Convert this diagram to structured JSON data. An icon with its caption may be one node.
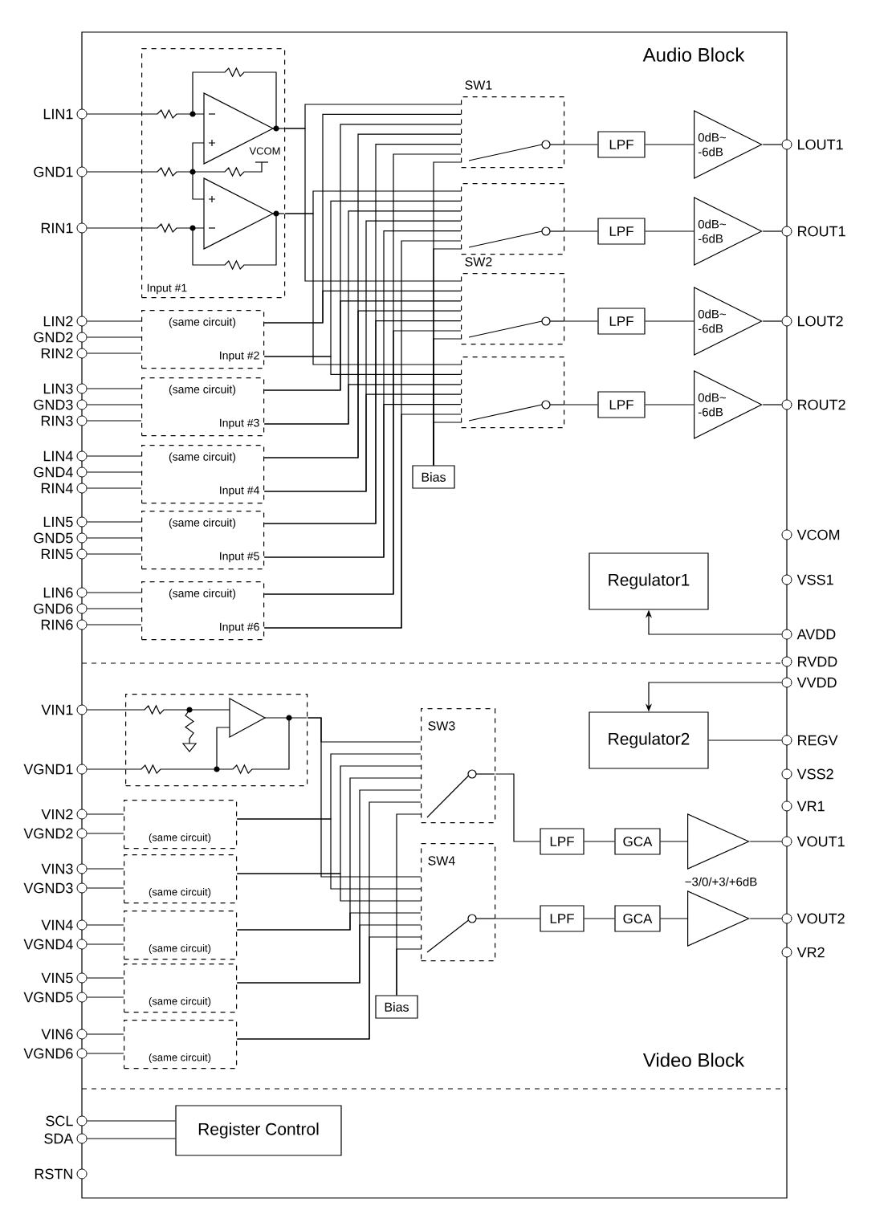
{
  "diagram": {
    "nodes": [
      {
        "text": [
          "VCOM",
          "Input #1"
        ]
      },
      {
        "text": [
          "(same circuit)",
          "Input #2"
        ]
      },
      {
        "text": [
          "(same circuit)",
          "Input #3"
        ]
      },
      {
        "text": [
          "(same circuit)",
          "Input #4"
        ]
      },
      {
        "text": [
          "(same circuit)",
          "Input #5"
        ]
      },
      {
        "text": [
          "(same circuit)",
          "Input #6"
        ]
      },
      {
        "text": [
          "SW1"
        ]
      },
      {
        "text": [],
        "shape": "box"
      },
      {
        "text": [
          "SW2"
        ]
      },
      {
        "text": [],
        "shape": "box"
      },
      {
        "text": [
          "LPF"
        ]
      },
      {
        "text": [
          "LPF"
        ]
      },
      {
        "text": [
          "LPF"
        ]
      },
      {
        "text": [
          "LPF"
        ]
      },
      {
        "text": [
          "0dB~ -6dB"
        ]
      },
      {
        "text": [
          "0dB~ -6dB"
        ]
      },
      {
        "text": [
          "0dB~ -6dB"
        ]
      },
      {
        "text": [
          "0dB~ -6dB"
        ]
      },
      {
        "text": [
          "Bias"
        ]
      },
      {
        "text": [
          "Regulator1"
        ]
      },
      {
        "text": [],
        "shape": "box"
      },
      {
        "text": [
          "(same circuit)"
        ]
      },
      {
        "text": [
          "(same circuit)"
        ]
      },
      {
        "text": [
          "(same circuit)"
        ]
      },
      {
        "text": [
          "(same circuit)"
        ]
      },
      {
        "text": [
          "(same circuit)"
        ]
      },
      {
        "text": [
          "SW3"
        ]
      },
      {
        "text": [
          "SW4"
        ]
      },
      {
        "text": [
          "LPF"
        ]
      },
      {
        "text": [
          "LPF"
        ]
      },
      {
        "text": [
          "GCA"
        ]
      },
      {
        "text": [
          "GCA"
        ]
      },
      {
        "text": [],
        "shape": "triangle",
        "beside": [
          "−3/0/+3/+6dB"
        ]
      },
      {
        "text": [],
        "shape": "triangle"
      },
      {
        "text": [
          "Regulator2"
        ]
      },
      {
        "text": [
          "Bias"
        ]
      },
      {
        "text": [
          "Register Control"
        ]
      },
      {
        "text": [
          "LIN1"
        ]
      },
      {
        "text": [
          "GND1"
        ]
      },
      {
        "text": [
          "RIN1"
        ]
      },
      {
        "text": [
          "LIN2"
        ]
      },
      {
        "text": [
          "GND2"
        ]
      },
      {
        "text": [
          "RIN2"
        ]
      },
      {
        "text": [
          "LIN3"
        ]
      },
      {
        "text": [
          "GND3"
        ]
      },
      {
        "text": [
          "RIN3"
        ]
      },
      {
        "text": [
          "LIN4"
        ]
      },
      {
        "text": [
          "GND4"
        ]
      },
      {
        "text": [
          "RIN4"
        ]
      },
      {
        "text": [
          "LIN5"
        ]
      },
      {
        "text": [
          "GND5"
        ]
      },
      {
        "text": [
          "RIN5"
        ]
      },
      {
        "text": [
          "LIN6"
        ]
      },
      {
        "text": [
          "GND6"
        ]
      },
      {
        "text": [
          "RIN6"
        ]
      },
      {
        "text": [
          "LOUT1"
        ]
      },
      {
        "text": [
          "ROUT1"
        ]
      },
      {
        "text": [
          "LOUT2"
        ]
      },
      {
        "text": [
          "ROUT2"
        ]
      },
      {
        "text": [
          "VCOM"
        ]
      },
      {
        "text": [
          "VSS1"
        ]
      },
      {
        "text": [
          "AVDD"
        ]
      },
      {
        "text": [
          "RVDD"
        ]
      },
      {
        "text": [
          "VVDD"
        ]
      },
      {
        "text": [
          "VIN1"
        ]
      },
      {
        "text": [
          "VGND1"
        ]
      },
      {
        "text": [
          "VIN2"
        ]
      },
      {
        "text": [
          "VGND2"
        ]
      },
      {
        "text": [
          "VIN3"
        ]
      },
      {
        "text": [
          "VGND3"
        ]
      },
      {
        "text": [
          "VIN4"
        ]
      },
      {
        "text": [
          "VGND4"
        ]
      },
      {
        "text": [
          "VIN5"
        ]
      },
      {
        "text": [
          "VGND5"
        ]
      },
      {
        "text": [
          "VIN6"
        ]
      },
      {
        "text": [
          "VGND6"
        ]
      },
      {
        "text": [
          "REGV"
        ]
      },
      {
        "text": [
          "VSS2"
        ]
      },
      {
        "text": [
          "VR1"
        ]
      },
      {
        "text": [
          "VOUT1"
        ]
      },
      {
        "text": [
          "VOUT2"
        ]
      },
      {
        "text": [
          "VR2"
        ]
      },
      {
        "text": [
          "SCL"
        ]
      },
      {
        "text": [
          "SDA"
        ]
      },
      {
        "text": [
          "RSTN"
        ]
      }
    ],
    "edges": [
      {
        "from": 37,
        "to": 0,
        "arrow": "none"
      },
      {
        "from": 38,
        "to": 0,
        "arrow": "none"
      },
      {
        "from": 39,
        "to": 0,
        "arrow": "none"
      },
      {
        "from": 40,
        "to": 1,
        "arrow": "none"
      },
      {
        "from": 41,
        "to": 1,
        "arrow": "none"
      },
      {
        "from": 42,
        "to": 1,
        "arrow": "none"
      },
      {
        "from": 43,
        "to": 2,
        "arrow": "none"
      },
      {
        "from": 44,
        "to": 2,
        "arrow": "none"
      },
      {
        "from": 45,
        "to": 2,
        "arrow": "none"
      },
      {
        "from": 46,
        "to": 3,
        "arrow": "none"
      },
      {
        "from": 47,
        "to": 3,
        "arrow": "none"
      },
      {
        "from": 48,
        "to": 3,
        "arrow": "none"
      },
      {
        "from": 49,
        "to": 4,
        "arrow": "none"
      },
      {
        "from": 50,
        "to": 4,
        "arrow": "none"
      },
      {
        "from": 51,
        "to": 4,
        "arrow": "none"
      },
      {
        "from": 52,
        "to": 5,
        "arrow": "none"
      },
      {
        "from": 53,
        "to": 5,
        "arrow": "none"
      },
      {
        "from": 54,
        "to": 5,
        "arrow": "none"
      },
      {
        "from": 0,
        "to": 6,
        "arrow": "none"
      },
      {
        "from": 0,
        "to": 7,
        "arrow": "none"
      },
      {
        "from": 0,
        "to": 8,
        "arrow": "none"
      },
      {
        "from": 0,
        "to": 9,
        "arrow": "none"
      },
      {
        "from": 1,
        "to": 6,
        "arrow": "none"
      },
      {
        "from": 1,
        "to": 7,
        "arrow": "none"
      },
      {
        "from": 1,
        "to": 8,
        "arrow": "none"
      },
      {
        "from": 1,
        "to": 9,
        "arrow": "none"
      },
      {
        "from": 2,
        "to": 6,
        "arrow": "none"
      },
      {
        "from": 2,
        "to": 7,
        "arrow": "none"
      },
      {
        "from": 2,
        "to": 8,
        "arrow": "none"
      },
      {
        "from": 2,
        "to": 9,
        "arrow": "none"
      },
      {
        "from": 3,
        "to": 6,
        "arrow": "none"
      },
      {
        "from": 3,
        "to": 7,
        "arrow": "none"
      },
      {
        "from": 3,
        "to": 8,
        "arrow": "none"
      },
      {
        "from": 3,
        "to": 9,
        "arrow": "none"
      },
      {
        "from": 4,
        "to": 6,
        "arrow": "none"
      },
      {
        "from": 4,
        "to": 7,
        "arrow": "none"
      },
      {
        "from": 4,
        "to": 8,
        "arrow": "none"
      },
      {
        "from": 4,
        "to": 9,
        "arrow": "none"
      },
      {
        "from": 5,
        "to": 6,
        "arrow": "none"
      },
      {
        "from": 5,
        "to": 7,
        "arrow": "none"
      },
      {
        "from": 5,
        "to": 8,
        "arrow": "none"
      },
      {
        "from": 5,
        "to": 9,
        "arrow": "none"
      },
      {
        "from": 18,
        "to": 6,
        "arrow": "none"
      },
      {
        "from": 18,
        "to": 7,
        "arrow": "none"
      },
      {
        "from": 18,
        "to": 8,
        "arrow": "none"
      },
      {
        "from": 18,
        "to": 9,
        "arrow": "none"
      },
      {
        "from": 6,
        "to": 10,
        "arrow": "none"
      },
      {
        "from": 7,
        "to": 11,
        "arrow": "none"
      },
      {
        "from": 8,
        "to": 12,
        "arrow": "none"
      },
      {
        "from": 9,
        "to": 13,
        "arrow": "none"
      },
      {
        "from": 10,
        "to": 14,
        "arrow": "none"
      },
      {
        "from": 11,
        "to": 15,
        "arrow": "none"
      },
      {
        "from": 12,
        "to": 16,
        "arrow": "none"
      },
      {
        "from": 13,
        "to": 17,
        "arrow": "none"
      },
      {
        "from": 14,
        "to": 55,
        "arrow": "none"
      },
      {
        "from": 15,
        "to": 56,
        "arrow": "none"
      },
      {
        "from": 16,
        "to": 57,
        "arrow": "none"
      },
      {
        "from": 17,
        "to": 58,
        "arrow": "none"
      },
      {
        "from": 61,
        "to": 19,
        "arrow": "to"
      },
      {
        "from": 64,
        "to": 20,
        "arrow": "none"
      },
      {
        "from": 65,
        "to": 20,
        "arrow": "none"
      },
      {
        "from": 66,
        "to": 21,
        "arrow": "none"
      },
      {
        "from": 67,
        "to": 21,
        "arrow": "none"
      },
      {
        "from": 68,
        "to": 22,
        "arrow": "none"
      },
      {
        "from": 69,
        "to": 22,
        "arrow": "none"
      },
      {
        "from": 70,
        "to": 23,
        "arrow": "none"
      },
      {
        "from": 71,
        "to": 23,
        "arrow": "none"
      },
      {
        "from": 72,
        "to": 24,
        "arrow": "none"
      },
      {
        "from": 73,
        "to": 24,
        "arrow": "none"
      },
      {
        "from": 74,
        "to": 25,
        "arrow": "none"
      },
      {
        "from": 75,
        "to": 25,
        "arrow": "none"
      },
      {
        "from": 20,
        "to": 26,
        "arrow": "none"
      },
      {
        "from": 20,
        "to": 27,
        "arrow": "none"
      },
      {
        "from": 21,
        "to": 26,
        "arrow": "none"
      },
      {
        "from": 21,
        "to": 27,
        "arrow": "none"
      },
      {
        "from": 22,
        "to": 26,
        "arrow": "none"
      },
      {
        "from": 22,
        "to": 27,
        "arrow": "none"
      },
      {
        "from": 23,
        "to": 26,
        "arrow": "none"
      },
      {
        "from": 23,
        "to": 27,
        "arrow": "none"
      },
      {
        "from": 24,
        "to": 26,
        "arrow": "none"
      },
      {
        "from": 24,
        "to": 27,
        "arrow": "none"
      },
      {
        "from": 25,
        "to": 26,
        "arrow": "none"
      },
      {
        "from": 25,
        "to": 27,
        "arrow": "none"
      },
      {
        "from": 35,
        "to": 26,
        "arrow": "none"
      },
      {
        "from": 35,
        "to": 27,
        "arrow": "none"
      },
      {
        "from": 26,
        "to": 28,
        "arrow": "none"
      },
      {
        "from": 28,
        "to": 30,
        "arrow": "none"
      },
      {
        "from": 30,
        "to": 32,
        "arrow": "none"
      },
      {
        "from": 32,
        "to": 79,
        "arrow": "none"
      },
      {
        "from": 27,
        "to": 29,
        "arrow": "none"
      },
      {
        "from": 29,
        "to": 31,
        "arrow": "none"
      },
      {
        "from": 31,
        "to": 33,
        "arrow": "none"
      },
      {
        "from": 33,
        "to": 80,
        "arrow": "none"
      },
      {
        "from": 63,
        "to": 34,
        "arrow": "to"
      },
      {
        "from": 34,
        "to": 76,
        "arrow": "none"
      },
      {
        "from": 82,
        "to": 36,
        "arrow": "none"
      },
      {
        "from": 83,
        "to": 36,
        "arrow": "none"
      }
    ],
    "labels": [
      "Audio Block",
      "Video Block"
    ]
  }
}
